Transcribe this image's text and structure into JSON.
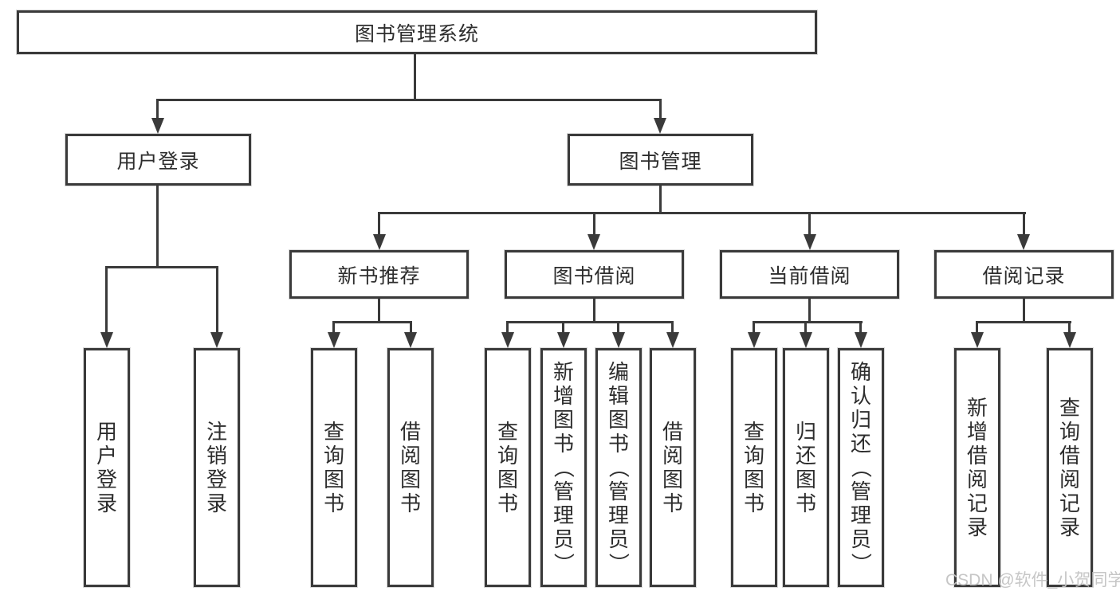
{
  "diagram": {
    "root": {
      "label": "图书管理系统"
    },
    "level2": [
      {
        "id": "user-login",
        "label": "用户登录"
      },
      {
        "id": "book-management",
        "label": "图书管理"
      }
    ],
    "level3": [
      {
        "id": "new-book-recommend",
        "label": "新书推荐",
        "parent": "图书管理"
      },
      {
        "id": "book-borrow",
        "label": "图书借阅",
        "parent": "图书管理"
      },
      {
        "id": "current-borrow",
        "label": "当前借阅",
        "parent": "图书管理"
      },
      {
        "id": "borrow-records",
        "label": "借阅记录",
        "parent": "图书管理"
      }
    ],
    "leaves": [
      {
        "parent": "用户登录",
        "label": "用户登录"
      },
      {
        "parent": "用户登录",
        "label": "注销登录"
      },
      {
        "parent": "新书推荐",
        "label": "查询图书"
      },
      {
        "parent": "新书推荐",
        "label": "借阅图书"
      },
      {
        "parent": "图书借阅",
        "label": "查询图书"
      },
      {
        "parent": "图书借阅",
        "label": "新增图书（管理员）"
      },
      {
        "parent": "图书借阅",
        "label": "编辑图书（管理员）"
      },
      {
        "parent": "图书借阅",
        "label": "借阅图书"
      },
      {
        "parent": "当前借阅",
        "label": "查询图书"
      },
      {
        "parent": "当前借阅",
        "label": "归还图书"
      },
      {
        "parent": "当前借阅",
        "label": "确认归还（管理员）"
      },
      {
        "parent": "借阅记录",
        "label": "新增借阅记录"
      },
      {
        "parent": "借阅记录",
        "label": "查询借阅记录"
      }
    ],
    "watermark": "CSDN @软件_小贺同学",
    "colors": {
      "line": "#3a3a3a",
      "text": "#2d2d2d",
      "background": "#ffffff",
      "watermark": "#c3c3c3"
    }
  }
}
